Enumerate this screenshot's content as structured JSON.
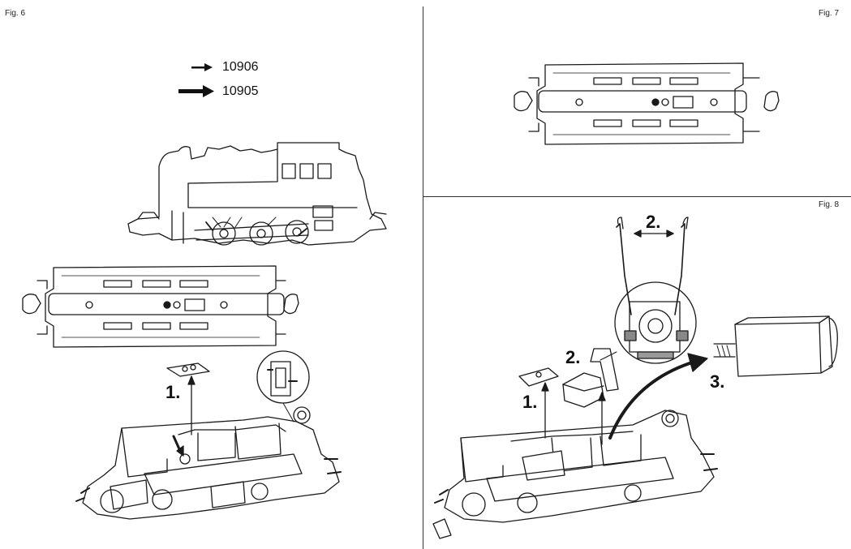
{
  "figures": {
    "fig6": {
      "label": "Fig. 6"
    },
    "fig7": {
      "label": "Fig. 7"
    },
    "fig8": {
      "label": "Fig. 8"
    }
  },
  "legend": [
    {
      "code": "10906",
      "arrow": "thin"
    },
    {
      "code": "10905",
      "arrow": "bold"
    }
  ],
  "steps": {
    "fig6_step1": "1.",
    "fig8_step1": "1.",
    "fig8_step2_clip": "2.",
    "fig8_step2_tools": "2.",
    "fig8_step3": "3."
  },
  "colors": {
    "line": "#1a1a1a",
    "background": "#ffffff",
    "hatch": "#888888"
  }
}
